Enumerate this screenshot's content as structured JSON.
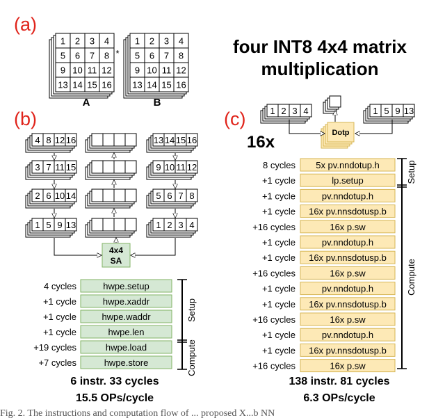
{
  "panels": {
    "a": "(a)",
    "b": "(b)",
    "c": "(c)"
  },
  "title": {
    "line1": "four INT8 4x4 matrix",
    "line2": "multiplication"
  },
  "matrix_a": {
    "label": "A",
    "rows": [
      [
        "1",
        "2",
        "3",
        "4"
      ],
      [
        "5",
        "6",
        "7",
        "8"
      ],
      [
        "9",
        "10",
        "11",
        "12"
      ],
      [
        "13",
        "14",
        "15",
        "16"
      ]
    ]
  },
  "matrix_b": {
    "label": "B",
    "rows": [
      [
        "1",
        "2",
        "3",
        "4"
      ],
      [
        "5",
        "6",
        "7",
        "8"
      ],
      [
        "9",
        "10",
        "11",
        "12"
      ],
      [
        "13",
        "14",
        "15",
        "16"
      ]
    ]
  },
  "multiply_sign": "*",
  "panel_b": {
    "left_stacks": [
      [
        "4",
        "8",
        "12",
        "16"
      ],
      [
        "3",
        "7",
        "11",
        "15"
      ],
      [
        "2",
        "6",
        "10",
        "14"
      ],
      [
        "1",
        "5",
        "9",
        "13"
      ]
    ],
    "right_stacks": [
      [
        "13",
        "14",
        "15",
        "16"
      ],
      [
        "9",
        "10",
        "11",
        "12"
      ],
      [
        "5",
        "6",
        "7",
        "8"
      ],
      [
        "1",
        "2",
        "3",
        "4"
      ]
    ],
    "sa_label_1": "4x4",
    "sa_label_2": "SA",
    "instructions": [
      {
        "cycles": "4 cycles",
        "name": "hwpe.setup"
      },
      {
        "cycles": "+1 cycle",
        "name": "hwpe.xaddr"
      },
      {
        "cycles": "+1 cycle",
        "name": "hwpe.waddr"
      },
      {
        "cycles": "+1 cycle",
        "name": "hwpe.len"
      },
      {
        "cycles": "+19 cycles",
        "name": "hwpe.load"
      },
      {
        "cycles": "+7 cycles",
        "name": "hwpe.store"
      }
    ],
    "group_setup": "Setup",
    "group_compute": "Compute",
    "summary1": "6 instr. 33 cycles",
    "summary2": "15.5 OPs/cycle"
  },
  "panel_c": {
    "top_left": [
      "1",
      "2",
      "3",
      "4"
    ],
    "top_right": [
      "1",
      "5",
      "9",
      "13"
    ],
    "dotp": "Dotp",
    "repeat": "16x",
    "instructions": [
      {
        "cycles": "8 cycles",
        "name": "5x pv.nndotup.h"
      },
      {
        "cycles": "+1 cycle",
        "name": "lp.setup"
      },
      {
        "cycles": "+1 cycle",
        "name": "pv.nndotup.h"
      },
      {
        "cycles": "+1 cycle",
        "name": "16x pv.nnsdotusp.b"
      },
      {
        "cycles": "+16 cycles",
        "name": "16x p.sw"
      },
      {
        "cycles": "+1 cycle",
        "name": "pv.nndotup.h"
      },
      {
        "cycles": "+1 cycle",
        "name": "16x pv.nnsdotusp.b"
      },
      {
        "cycles": "+16 cycles",
        "name": "16x p.sw"
      },
      {
        "cycles": "+1 cycle",
        "name": "pv.nndotup.h"
      },
      {
        "cycles": "+1 cycle",
        "name": "16x pv.nnsdotusp.b"
      },
      {
        "cycles": "+16 cycles",
        "name": "16x p.sw"
      },
      {
        "cycles": "+1 cycle",
        "name": "pv.nndotup.h"
      },
      {
        "cycles": "+1 cycle",
        "name": "16x pv.nnsdotusp.b"
      },
      {
        "cycles": "+16 cycles",
        "name": "16x p.sw"
      }
    ],
    "group_setup": "Setup",
    "group_compute": "Compute",
    "summary1": "138 instr. 81 cycles",
    "summary2": "6.3 OPs/cycle"
  },
  "caption": "Fig. 2.  The instructions and computation flow of  ... proposed  X...b NN",
  "colors": {
    "panel_label": "#e0241b",
    "green_fill": "#d5e8d4",
    "green_stroke": "#82b366",
    "yellow_fill": "#fde9b6",
    "yellow_stroke": "#d6b656"
  }
}
